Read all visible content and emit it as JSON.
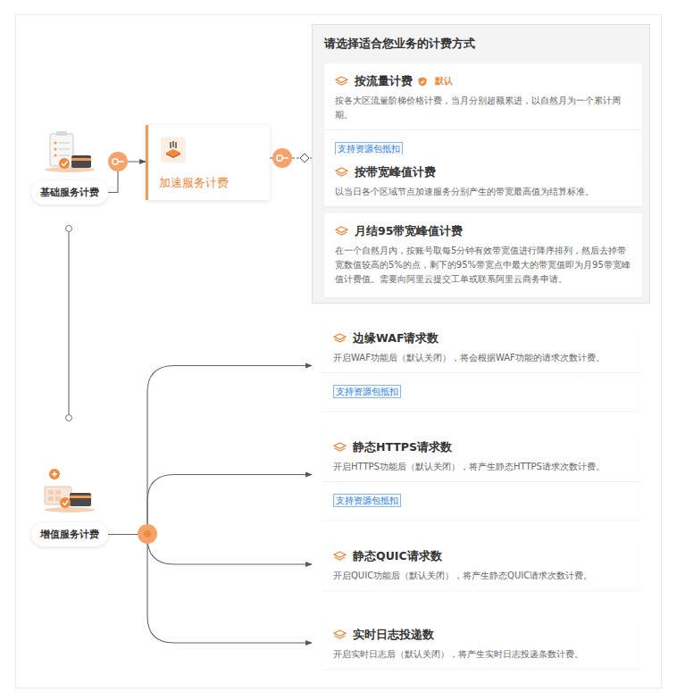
{
  "diagram": {
    "nodes": [
      {
        "text": [
          "基础服务计费"
        ]
      },
      {
        "text": [
          "加速服务计费"
        ]
      },
      {
        "text": [
          "请选择适合您业务的计费方式"
        ]
      },
      {
        "text": [
          "按流量计费",
          "默认",
          "按各大区流量阶梯价格计费，当月分别超额累进，以自然月为一个累计周期。",
          "支持资源包抵扣"
        ],
        "in": 2
      },
      {
        "text": [
          "按带宽峰值计费",
          "以当日各个区域节点加速服务分别产生的带宽最高值为结算标准。"
        ],
        "in": 2
      },
      {
        "text": [
          "月结95带宽峰值计费",
          "在一个自然月内，按账号取每5分钟有效带宽值进行降序排列，然后去掉带宽数值较高的5%的点，剩下的95%带宽点中最大的带宽值即为月95带宽峰值计费值。需要向阿里云提交工单或联系阿里云商务申请。"
        ],
        "in": 2
      },
      {
        "text": [
          "增值服务计费"
        ]
      },
      {
        "text": [
          "边缘WAF请求数",
          "开启WAF功能后（默认关闭），将会根据WAF功能的请求次数计费。",
          "支持资源包抵扣"
        ]
      },
      {
        "text": [
          "静态HTTPS请求数",
          "开启HTTPS功能后（默认关闭），将产生静态HTTPS请求次数计费。",
          "支持资源包抵扣"
        ]
      },
      {
        "text": [
          "静态QUIC请求数",
          "开启QUIC功能后（默认关闭），将产生静态QUIC请求次数计费。"
        ]
      },
      {
        "text": [
          "实时日志投递数",
          "开启实时日志后（默认关闭），将产生实时日志投递条数计费。"
        ]
      }
    ],
    "edges": [
      {
        "from": 0,
        "to": 1,
        "arrow": "to"
      },
      {
        "from": 1,
        "to": 2,
        "arrow": "none"
      },
      {
        "from": 0,
        "to": 6,
        "arrow": "none"
      },
      {
        "from": 6,
        "to": 7,
        "arrow": "to"
      },
      {
        "from": 6,
        "to": 8,
        "arrow": "to"
      },
      {
        "from": 6,
        "to": 9,
        "arrow": "to"
      },
      {
        "from": 6,
        "to": 10,
        "arrow": "to"
      }
    ]
  }
}
